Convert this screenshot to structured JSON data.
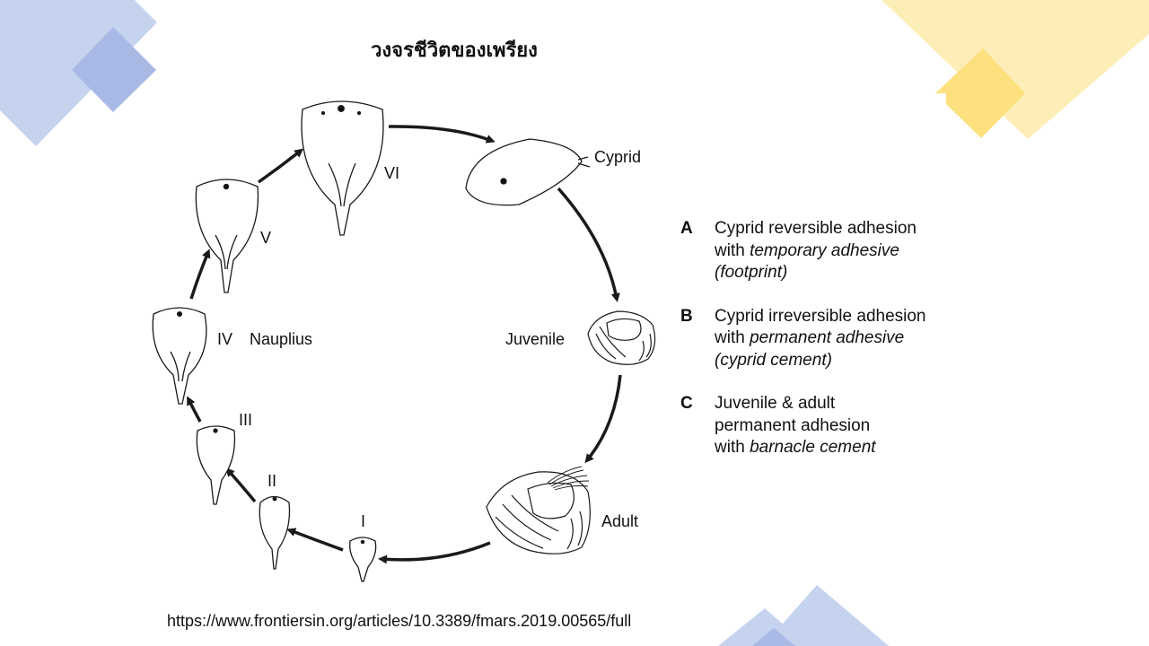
{
  "slide": {
    "title": "วงจรชีวิตของเพรียง",
    "source_url": "https://www.frontiersin.org/articles/10.3389/fmars.2019.00565/full",
    "colors": {
      "deco_blue": "#c5d3ef",
      "deco_blue_dark": "#a9b9e6",
      "deco_yellow": "#fdeeb8",
      "deco_yellow_dark": "#fee07e"
    }
  },
  "diagram": {
    "stages": {
      "I": "I",
      "II": "II",
      "III": "III",
      "IV": "IV",
      "V": "V",
      "VI": "VI",
      "nauplius": "Nauplius",
      "cyprid": "Cyprid",
      "juvenile": "Juvenile",
      "adult": "Adult"
    }
  },
  "legend": {
    "items": [
      {
        "letter": "A",
        "line1": "Cyprid reversible adhesion",
        "line2_prefix": "with ",
        "line2_italic": "temporary adhesive",
        "line3_italic": "(footprint)"
      },
      {
        "letter": "B",
        "line1": "Cyprid irreversible adhesion",
        "line2_prefix": "with ",
        "line2_italic": "permanent adhesive",
        "line3_italic": "(cyprid cement)"
      },
      {
        "letter": "C",
        "line1": "Juvenile & adult",
        "line2": "permanent adhesion",
        "line3_prefix": "with ",
        "line3_italic": "barnacle cement"
      }
    ]
  }
}
